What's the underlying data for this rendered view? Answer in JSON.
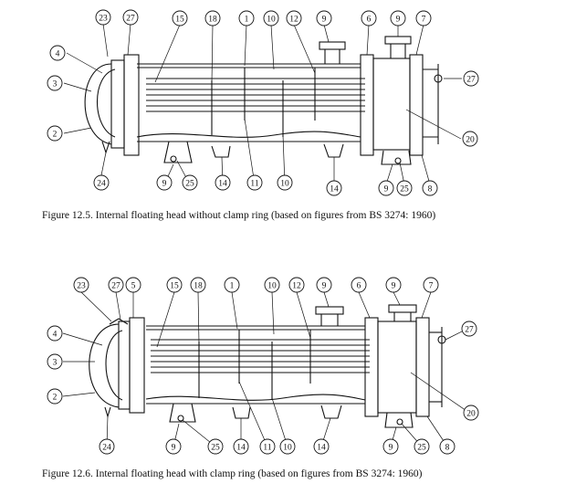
{
  "figures": [
    {
      "caption": "Figure 12.5.   Internal floating head without clamp ring (based on figures from BS 3274: 1960)",
      "labels": [
        "23",
        "27",
        "15",
        "18",
        "1",
        "10",
        "12",
        "9",
        "6",
        "9",
        "7",
        "4",
        "3",
        "27",
        "2",
        "20",
        "24",
        "9",
        "25",
        "14",
        "11",
        "10",
        "14",
        "9",
        "25",
        "8"
      ]
    },
    {
      "caption": "Figure 12.6.   Internal floating head with clamp ring (based on figures from BS 3274: 1960)",
      "labels": [
        "23",
        "27",
        "5",
        "15",
        "18",
        "1",
        "10",
        "12",
        "9",
        "6",
        "9",
        "7",
        "4",
        "27",
        "3",
        "2",
        "20",
        "24",
        "9",
        "25",
        "14",
        "11",
        "10",
        "14",
        "9",
        "25",
        "8"
      ]
    }
  ]
}
